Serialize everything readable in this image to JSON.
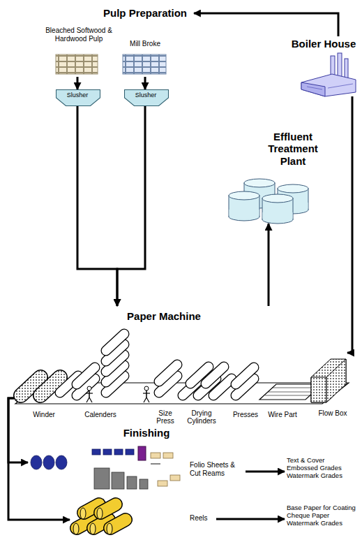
{
  "diagram": {
    "nodes": [
      {
        "text": [
          "Pulp Preparation"
        ]
      },
      {
        "text": [
          "Bleached Softwood & Hardwood Pulp"
        ]
      },
      {
        "text": [
          "Slusher"
        ]
      },
      {
        "text": [
          "Mill Broke"
        ]
      },
      {
        "text": [
          "Slusher"
        ]
      },
      {
        "text": [
          "Boiler House"
        ]
      },
      {
        "text": [
          "Effluent Treatment Plant"
        ]
      },
      {
        "text": [
          "Paper Machine"
        ]
      },
      {
        "text": [
          "Folio Sheets & Cut Reams"
        ]
      },
      {
        "text": [
          "Text & Cover Embossed Grades Watermark Grades"
        ]
      },
      {
        "text": [
          "Reels"
        ]
      },
      {
        "text": [
          "Base Paper for Coating Cheque Paper Watermark Grades"
        ]
      }
    ],
    "edges": [
      {
        "from": 5,
        "to": 0,
        "arrow": "to"
      },
      {
        "from": 1,
        "to": 2,
        "arrow": "to"
      },
      {
        "from": 3,
        "to": 4,
        "arrow": "to"
      },
      {
        "from": 2,
        "to": 7,
        "arrow": "to"
      },
      {
        "from": 4,
        "to": 7,
        "arrow": "to"
      },
      {
        "from": 7,
        "to": 6,
        "arrow": "to"
      },
      {
        "from": 5,
        "to": 7,
        "arrow": "to"
      },
      {
        "from": 7,
        "to": 8,
        "arrow": "to"
      },
      {
        "from": 7,
        "to": 10,
        "arrow": "to"
      },
      {
        "from": 8,
        "to": 9,
        "arrow": "to"
      },
      {
        "from": 10,
        "to": 11,
        "arrow": "to"
      }
    ],
    "labels": [
      "Winder",
      "Calenders",
      "Size Press",
      "Drying Cylinders",
      "Presses",
      "Wire Part",
      "Flow Box",
      "Finishing"
    ]
  }
}
